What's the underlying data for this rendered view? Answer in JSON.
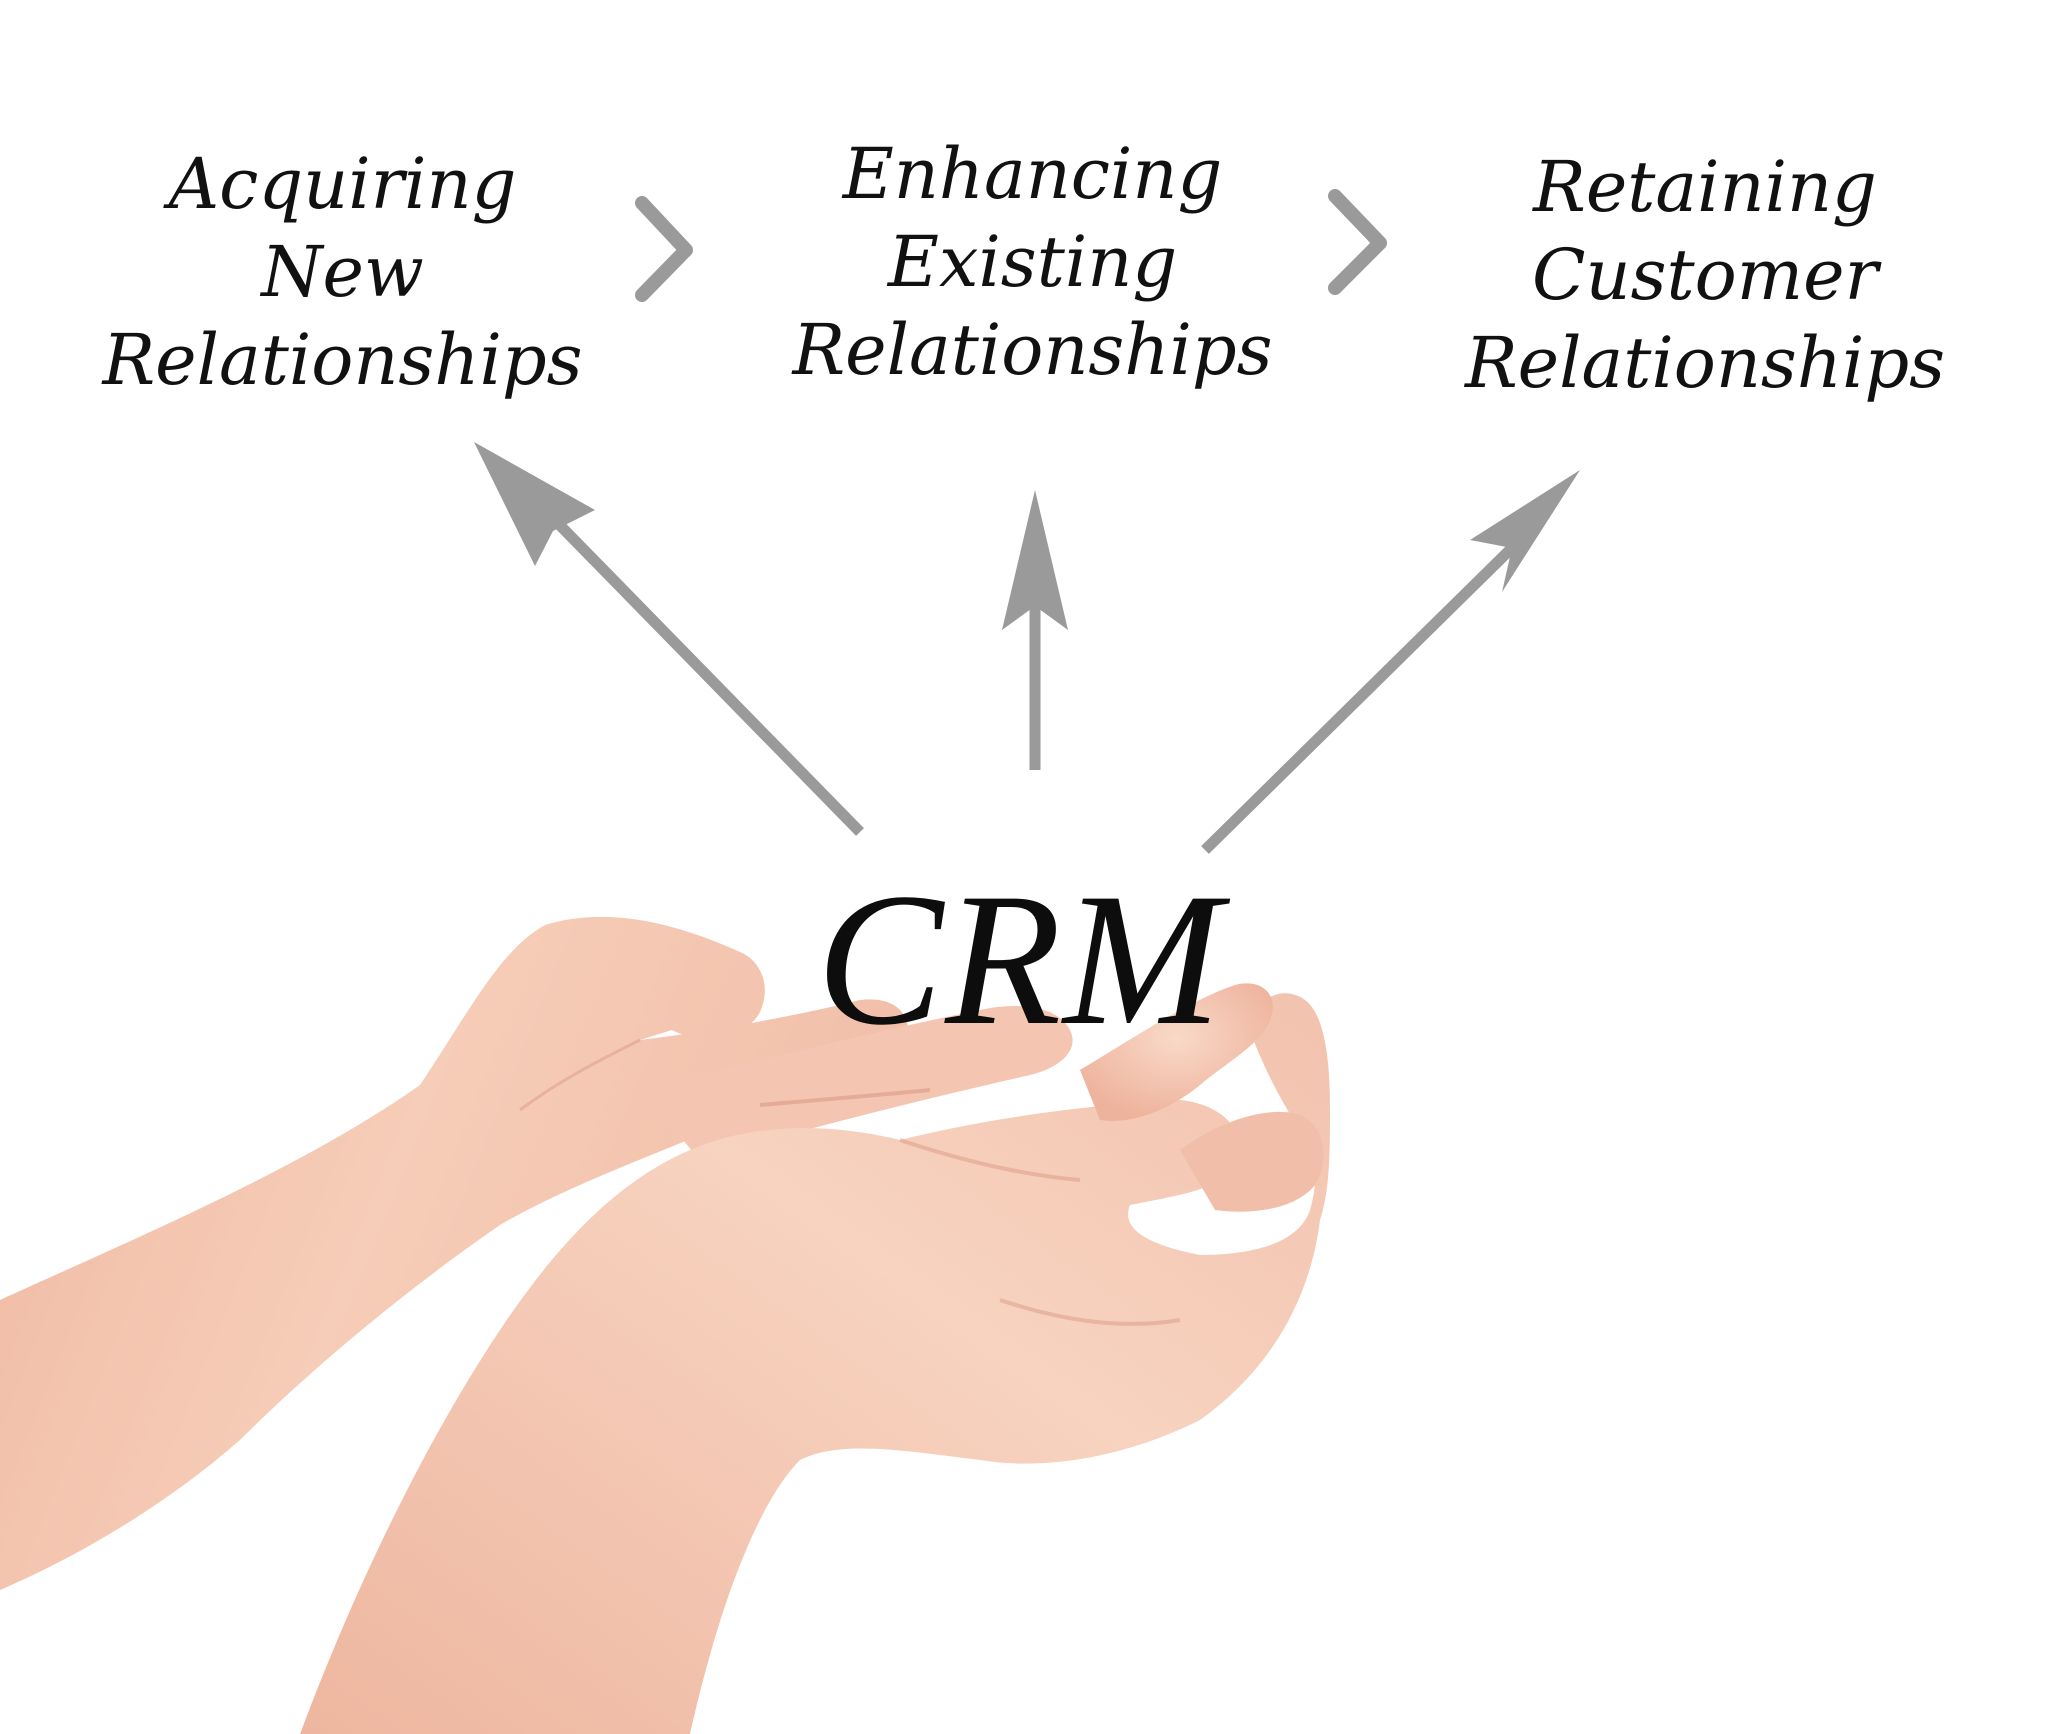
{
  "stages": [
    {
      "lines": [
        "Acquiring",
        "New",
        "Relationships"
      ]
    },
    {
      "lines": [
        "Enhancing",
        "Existing",
        "Relationships"
      ]
    },
    {
      "lines": [
        "Retaining",
        "Customer",
        "Relationships"
      ]
    }
  ],
  "center": {
    "title": "CRM"
  },
  "colors": {
    "arrow": "#9a9a9b",
    "text": "#111111",
    "skin": "#f3c4ad",
    "skin_shadow": "#d99a84",
    "background": "#ffffff"
  },
  "icons": {
    "stage_separator": "chevron-right-icon",
    "flow": "arrow-up-icon",
    "hands": "cupped-hands-image"
  }
}
